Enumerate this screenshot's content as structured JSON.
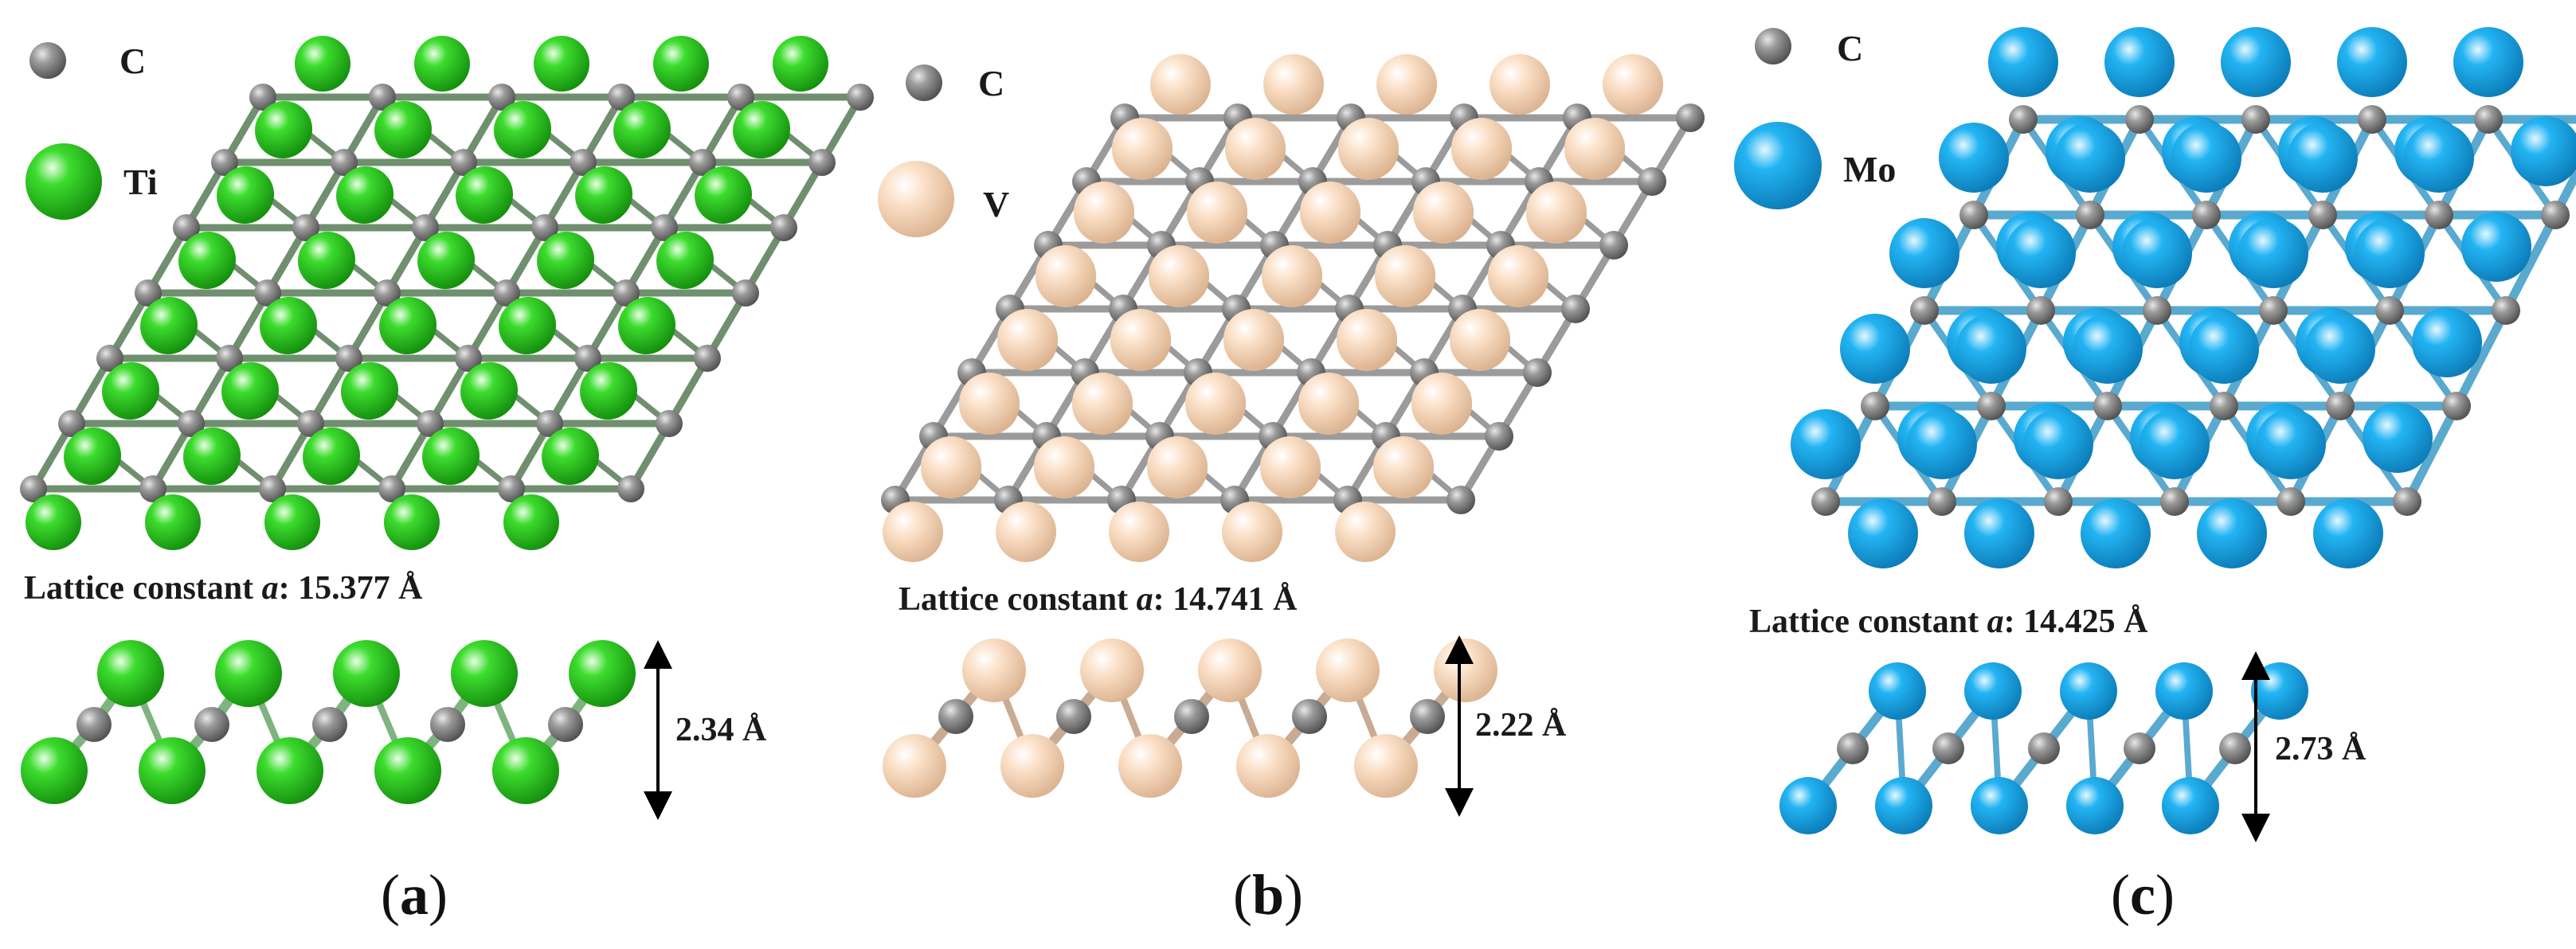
{
  "colors": {
    "carbon": "#7b7b7b",
    "titanium": "#22c21a",
    "vanadium": "#f8d6b8",
    "molybdenum": "#18a8ec",
    "arrow": "#000000",
    "background": "#ffffff"
  },
  "panels": [
    {
      "id": "a",
      "legend": [
        {
          "symbol": "C",
          "color": "#7b7b7b"
        },
        {
          "symbol": "Ti",
          "color": "#22c21a"
        }
      ],
      "lattice_prefix": "Lattice constant ",
      "lattice_var": "a",
      "lattice_value": ": 15.377 Å",
      "thickness": "2.34 Å",
      "caption_open": "(",
      "caption_letter": "a",
      "caption_close": ")"
    },
    {
      "id": "b",
      "legend": [
        {
          "symbol": "C",
          "color": "#7b7b7b"
        },
        {
          "symbol": "V",
          "color": "#f8d6b8"
        }
      ],
      "lattice_prefix": "Lattice constant ",
      "lattice_var": "a",
      "lattice_value": ": 14.741 Å",
      "thickness": "2.22 Å",
      "caption_open": "(",
      "caption_letter": "b",
      "caption_close": ")"
    },
    {
      "id": "c",
      "legend": [
        {
          "symbol": "C",
          "color": "#7b7b7b"
        },
        {
          "symbol": "Mo",
          "color": "#18a8ec"
        }
      ],
      "lattice_prefix": "Lattice constant ",
      "lattice_var": "a",
      "lattice_value": ": 14.425 Å",
      "thickness": "2.73 Å",
      "caption_open": "(",
      "caption_letter": "c",
      "caption_close": ")"
    }
  ]
}
